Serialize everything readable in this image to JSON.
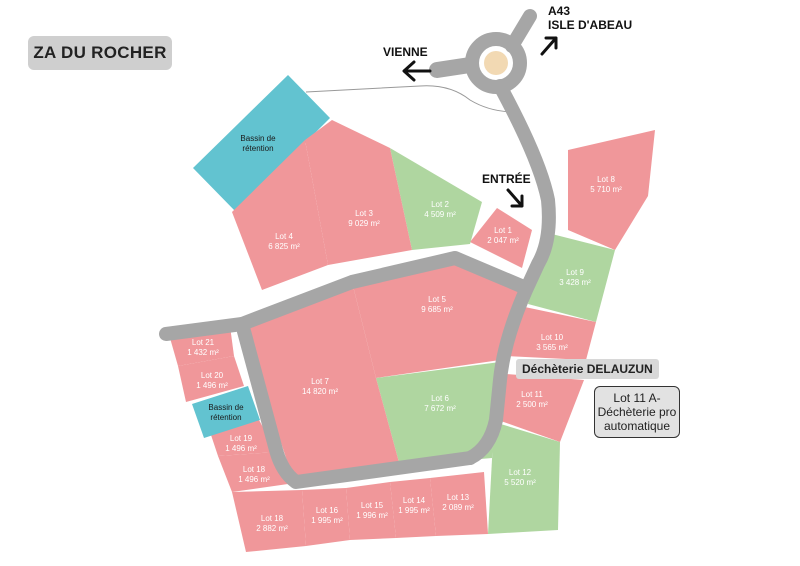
{
  "title": "ZA DU ROCHER",
  "directions": {
    "a43": "A43",
    "isle": "ISLE D'ABEAU",
    "vienne": "VIENNE",
    "entree": "ENTRÉE"
  },
  "colors": {
    "sold": "#f0979a",
    "available": "#afd6a0",
    "basin": "#62c3d0",
    "road": "#a6a6a6"
  },
  "basins": [
    {
      "id": "b1",
      "label1": "Bassin de",
      "label2": "rétention"
    },
    {
      "id": "b2",
      "label1": "Bassin de",
      "label2": "rétention"
    }
  ],
  "lots": [
    {
      "id": "l1",
      "name": "Lot 1",
      "area": "2 047 m²",
      "status": "sold"
    },
    {
      "id": "l2",
      "name": "Lot 2",
      "area": "4 509 m²",
      "status": "available"
    },
    {
      "id": "l3",
      "name": "Lot 3",
      "area": "9 029 m²",
      "status": "sold"
    },
    {
      "id": "l4",
      "name": "Lot 4",
      "area": "6 825 m²",
      "status": "sold"
    },
    {
      "id": "l5",
      "name": "Lot 5",
      "area": "9 685 m²",
      "status": "sold"
    },
    {
      "id": "l6",
      "name": "Lot 6",
      "area": "7 672 m²",
      "status": "available"
    },
    {
      "id": "l7",
      "name": "Lot 7",
      "area": "14 820 m²",
      "status": "sold"
    },
    {
      "id": "l8",
      "name": "Lot 8",
      "area": "5 710 m²",
      "status": "sold"
    },
    {
      "id": "l9",
      "name": "Lot 9",
      "area": "3 428 m²",
      "status": "available"
    },
    {
      "id": "l10",
      "name": "Lot 10",
      "area": "3 565 m²",
      "status": "sold"
    },
    {
      "id": "l11",
      "name": "Lot 11",
      "area": "2 500 m²",
      "status": "sold"
    },
    {
      "id": "l12",
      "name": "Lot 12",
      "area": "5 520 m²",
      "status": "available"
    },
    {
      "id": "l13",
      "name": "Lot 13",
      "area": "2 089 m²",
      "status": "sold"
    },
    {
      "id": "l14",
      "name": "Lot 14",
      "area": "1 995 m²",
      "status": "sold"
    },
    {
      "id": "l15",
      "name": "Lot 15",
      "area": "1 996 m²",
      "status": "sold"
    },
    {
      "id": "l16",
      "name": "Lot 16",
      "area": "1 995 m²",
      "status": "sold"
    },
    {
      "id": "l18a",
      "name": "Lot 18",
      "area": "1 496 m²",
      "status": "sold"
    },
    {
      "id": "l18b",
      "name": "Lot 18",
      "area": "2 882 m²",
      "status": "sold"
    },
    {
      "id": "l19",
      "name": "Lot 19",
      "area": "1 496 m²",
      "status": "sold"
    },
    {
      "id": "l20",
      "name": "Lot 20",
      "area": "1 496 m²",
      "status": "sold"
    },
    {
      "id": "l21",
      "name": "Lot 21",
      "area": "1 432 m²",
      "status": "sold"
    }
  ],
  "tags": {
    "decheterie": "Déchèterie DELAUZUN"
  },
  "box": {
    "line1": "Lot 11 A-",
    "line2": "Déchèterie pro",
    "line3": "automatique"
  }
}
